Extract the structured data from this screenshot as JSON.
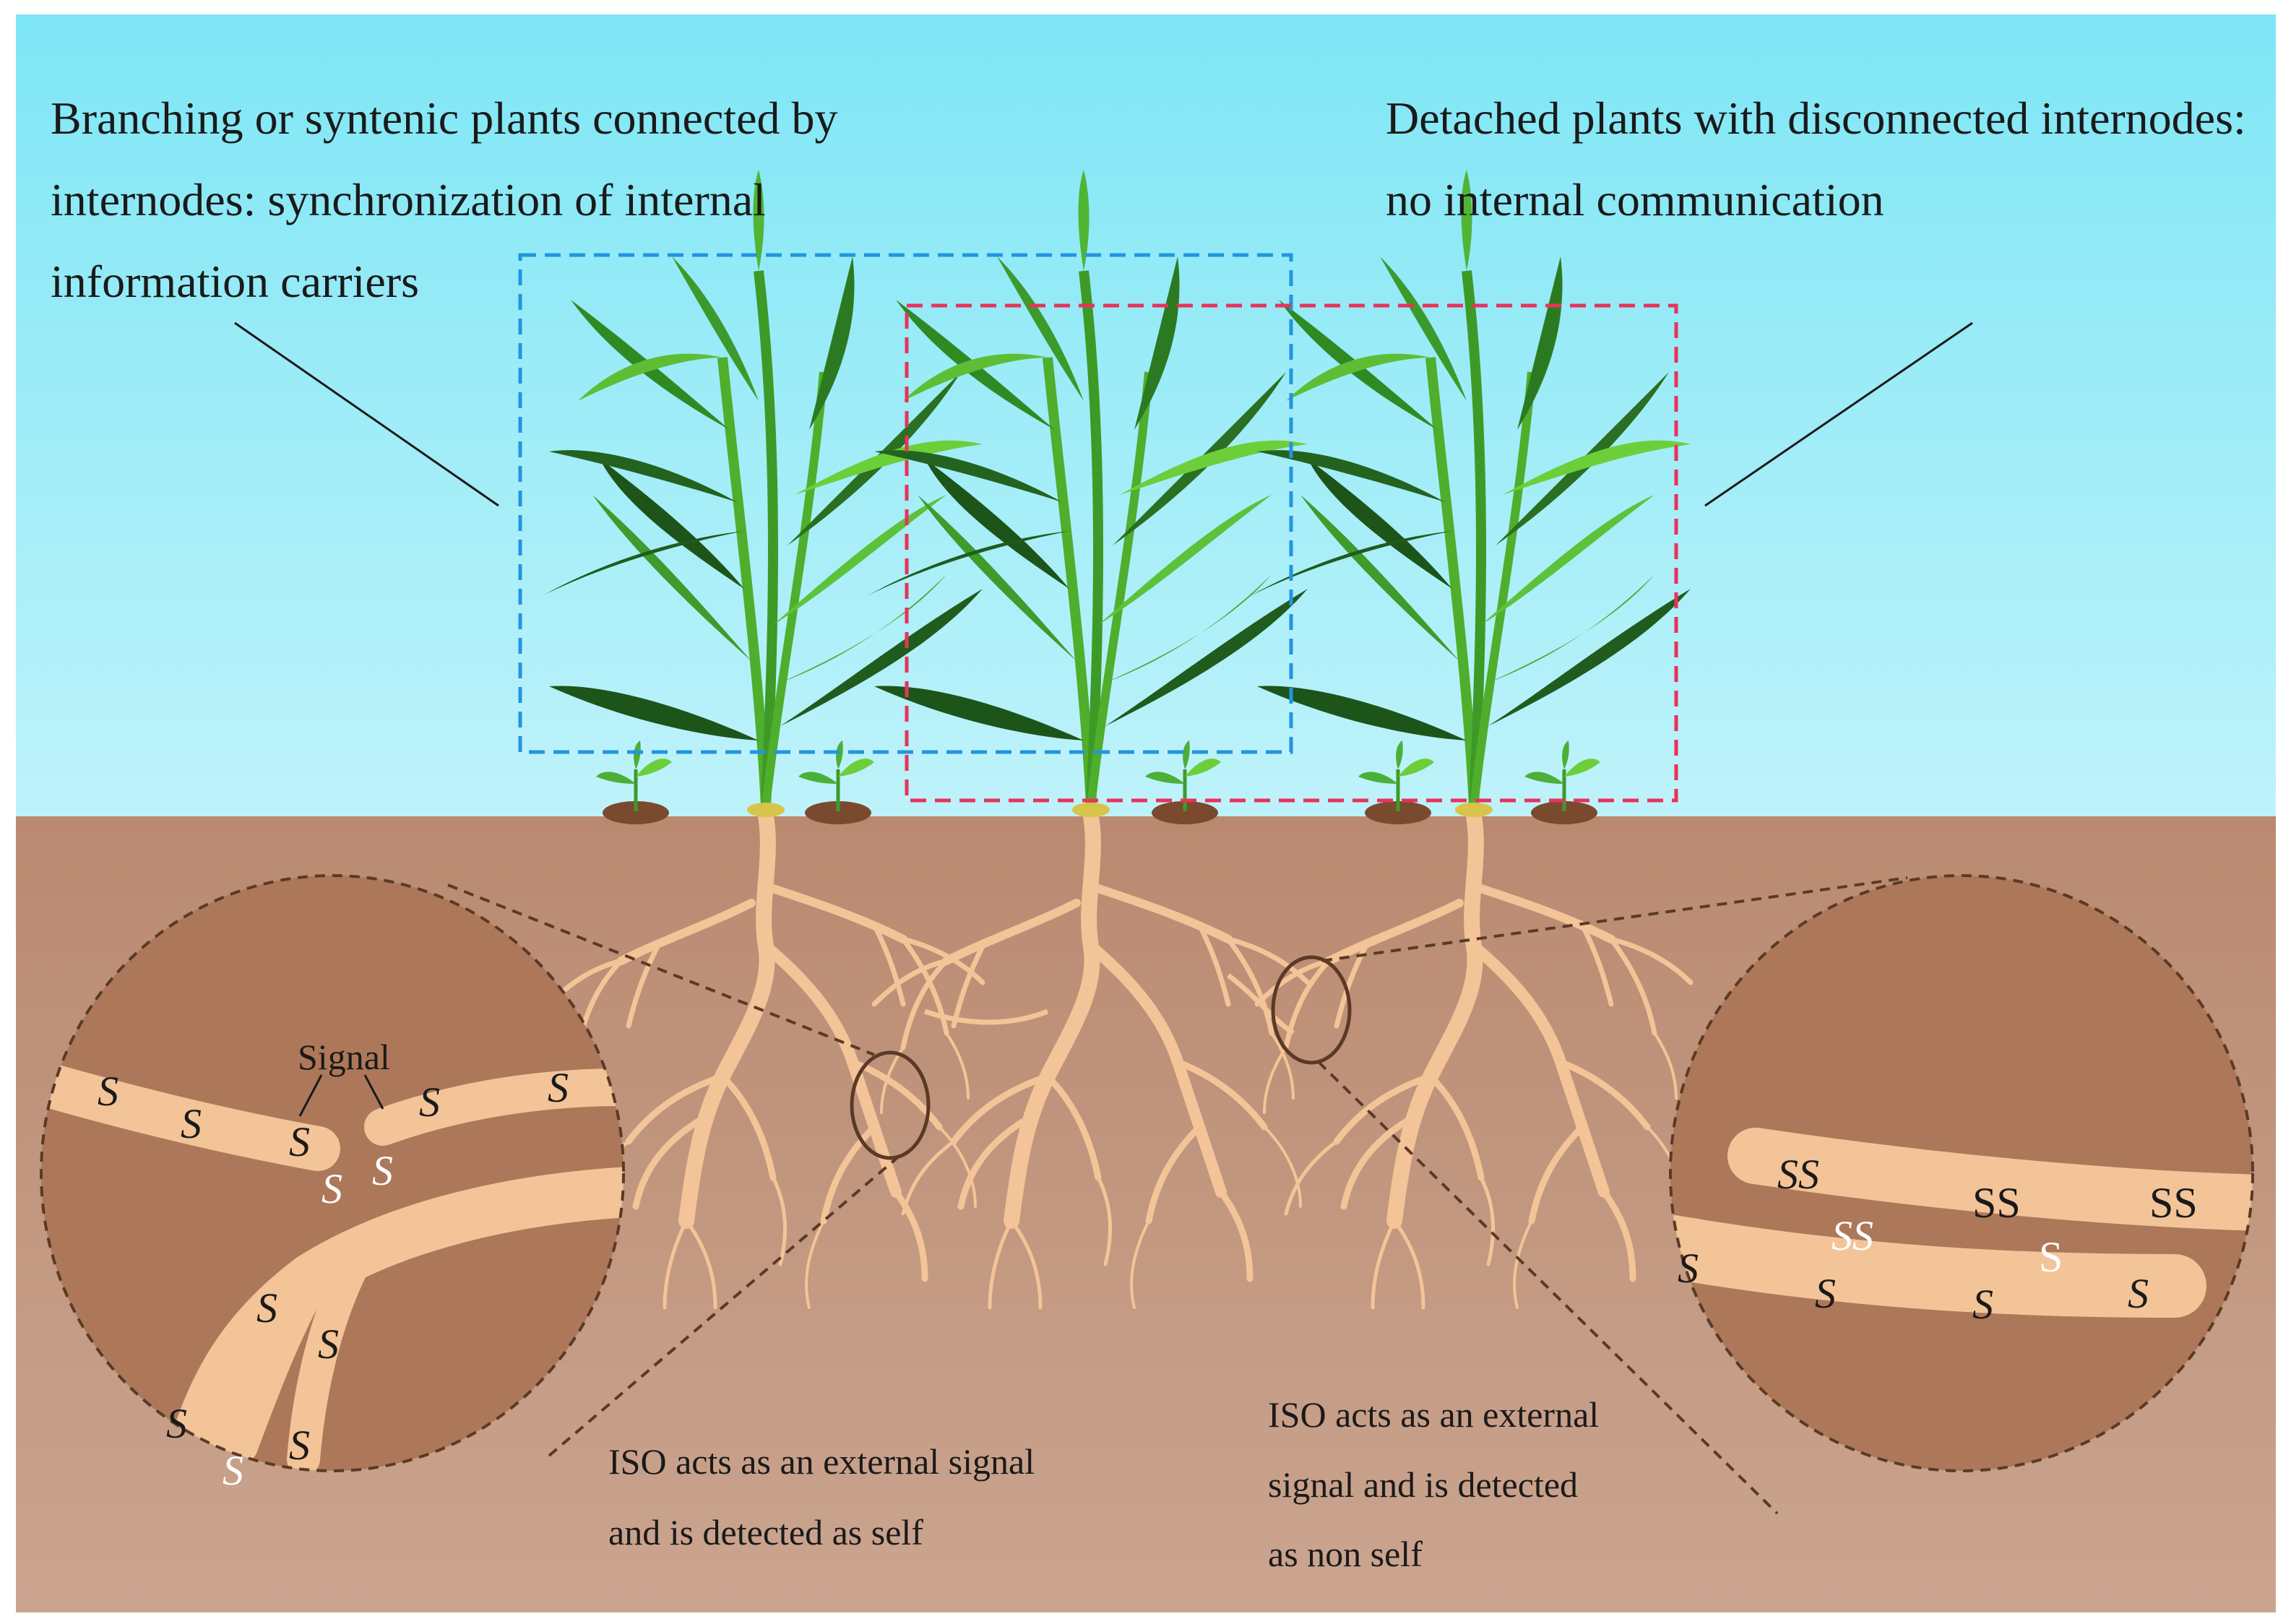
{
  "headings": {
    "connected": [
      "Branching or syntenic plants connected by",
      "internodes: synchronization of internal",
      "information carriers"
    ],
    "detached": [
      "Detached plants with disconnected internodes:",
      "no internal communication"
    ]
  },
  "captions": {
    "self": [
      "ISO acts as an external signal",
      "and is detected as self"
    ],
    "non_self": [
      "ISO acts as an external",
      "signal and is detected",
      "as non self"
    ]
  },
  "callout": {
    "signal_label": "Signal"
  },
  "markers": {
    "s": "S",
    "ss": "SS"
  },
  "colors": {
    "sky_top": "#7ee6f5",
    "sky_bottom": "#ffffff",
    "soil_top": "#b98a70",
    "soil_bottom": "#cba590",
    "root": "#f3c497",
    "leaf_dark": "#1f5c1e",
    "leaf_light": "#6ccf3a",
    "blue_box": "#2394e0",
    "red_box": "#e8335a",
    "lens_fill": "#ad7859",
    "lens_border": "#5a3a26"
  }
}
